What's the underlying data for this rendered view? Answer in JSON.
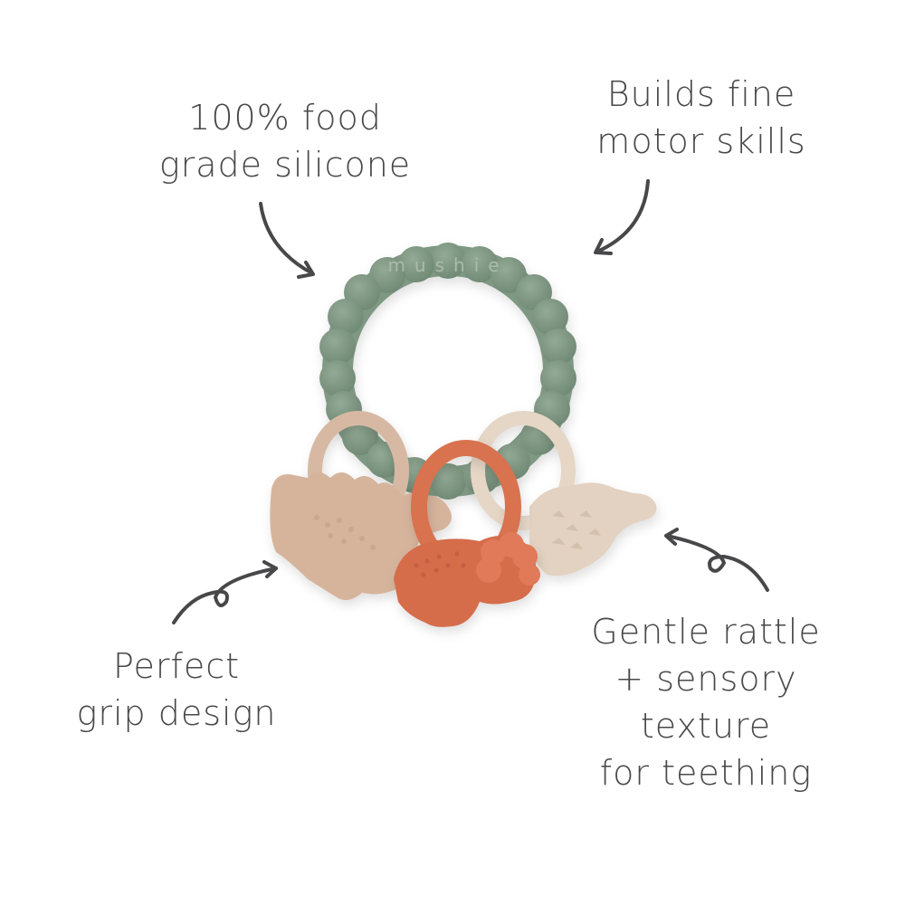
{
  "callouts": {
    "food_grade": {
      "lines": [
        "100% food",
        "grade silicone"
      ]
    },
    "motor_skills": {
      "lines": [
        "Builds fine",
        "motor skills"
      ]
    },
    "grip": {
      "lines": [
        "Perfect",
        "grip design"
      ]
    },
    "rattle": {
      "lines": [
        "Gentle rattle",
        "+ sensory",
        "texture",
        "for teething"
      ]
    }
  },
  "product": {
    "brand_text": "mushie",
    "colors": {
      "ring": "#7f9883",
      "ring_dark": "#6c8470",
      "left_dino": "#d6b49c",
      "middle_dino": "#d56d4c",
      "right_dino": "#e3d2c1",
      "ink": "#48484a"
    }
  }
}
